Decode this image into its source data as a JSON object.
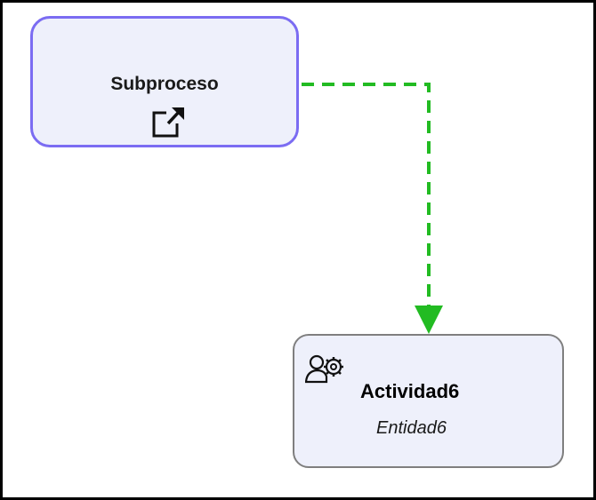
{
  "diagram": {
    "nodes": {
      "subprocess": {
        "label": "Subproceso",
        "icon": "external-link-icon",
        "border_color": "#7b6cf2",
        "fill_color": "#eef0fb"
      },
      "task": {
        "label": "Actividad6",
        "entity": "Entidad6",
        "icon": "user-gear-icon",
        "border_color": "#7f7f7f",
        "fill_color": "#eef0fb"
      }
    },
    "edge": {
      "from": "Subproceso",
      "to": "Actividad6",
      "style": "dashed",
      "color": "#22bb22"
    }
  }
}
